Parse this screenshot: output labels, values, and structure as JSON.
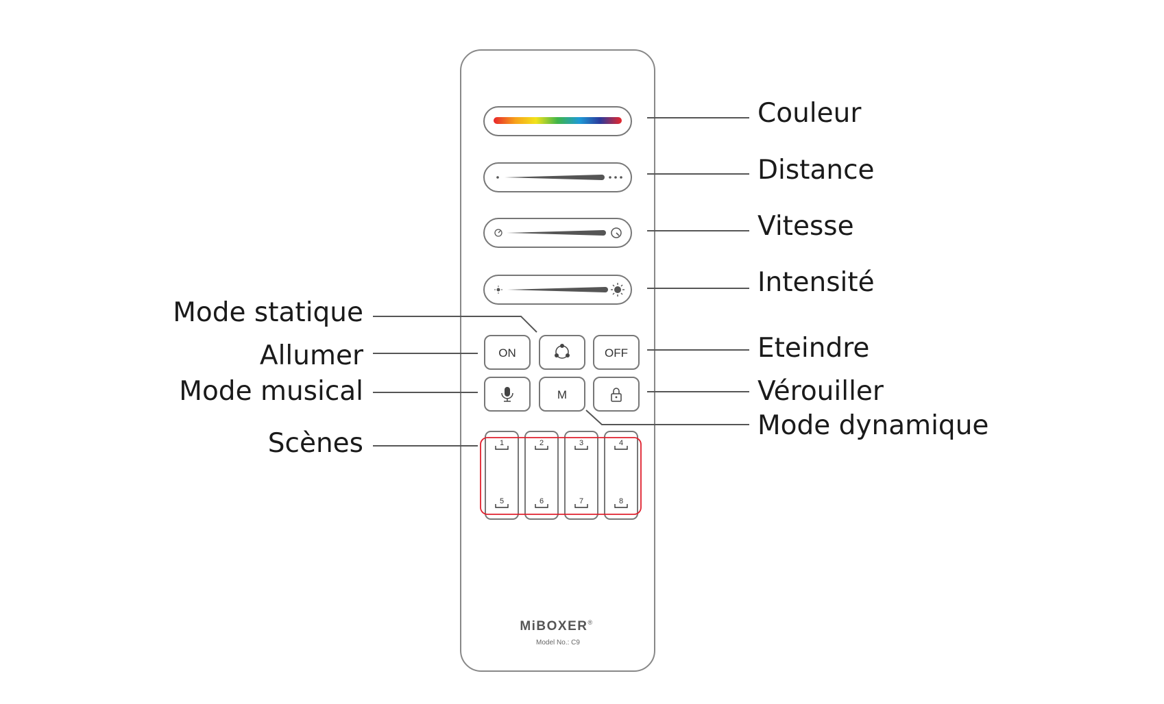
{
  "remote": {
    "buttons": {
      "on_label": "ON",
      "off_label": "OFF",
      "mode_label": "M"
    },
    "scenes": {
      "top": [
        "1",
        "2",
        "3",
        "4"
      ],
      "bottom": [
        "5",
        "6",
        "7",
        "8"
      ]
    },
    "brand": "MiBOXER",
    "brand_mark": "®",
    "model": "Model No.: C9",
    "colors": {
      "outline": "#888888",
      "highlight": "#e0202e",
      "leader": "#555555"
    }
  },
  "callouts": {
    "right": [
      "Couleur",
      "Distance",
      "Vitesse",
      "Intensité",
      "Eteindre",
      "Vérouiller",
      "Mode dynamique"
    ],
    "left": [
      "Mode statique",
      "Allumer",
      "Mode musical",
      "Scènes"
    ]
  }
}
